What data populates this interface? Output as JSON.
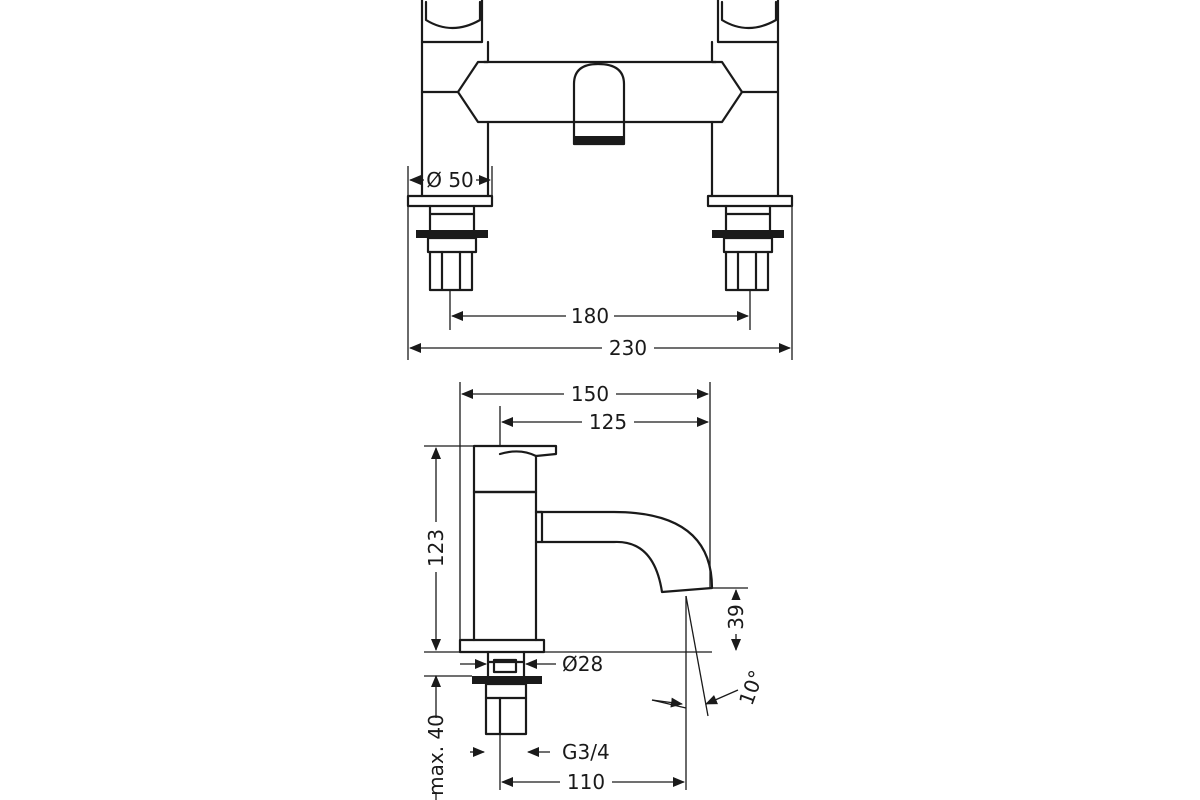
{
  "dimensions": {
    "top_view": {
      "diameter_base": "Ø 50",
      "center_distance": "180",
      "overall_width": "230"
    },
    "side_view": {
      "projection_total": "150",
      "spout_reach": "125",
      "height": "123",
      "spout_outlet_height": "39",
      "spout_angle": "10°",
      "base_diameter": "Ø28",
      "max_deck_thickness": "max. 40",
      "thread": "G3/4",
      "spout_projection": "110"
    }
  }
}
